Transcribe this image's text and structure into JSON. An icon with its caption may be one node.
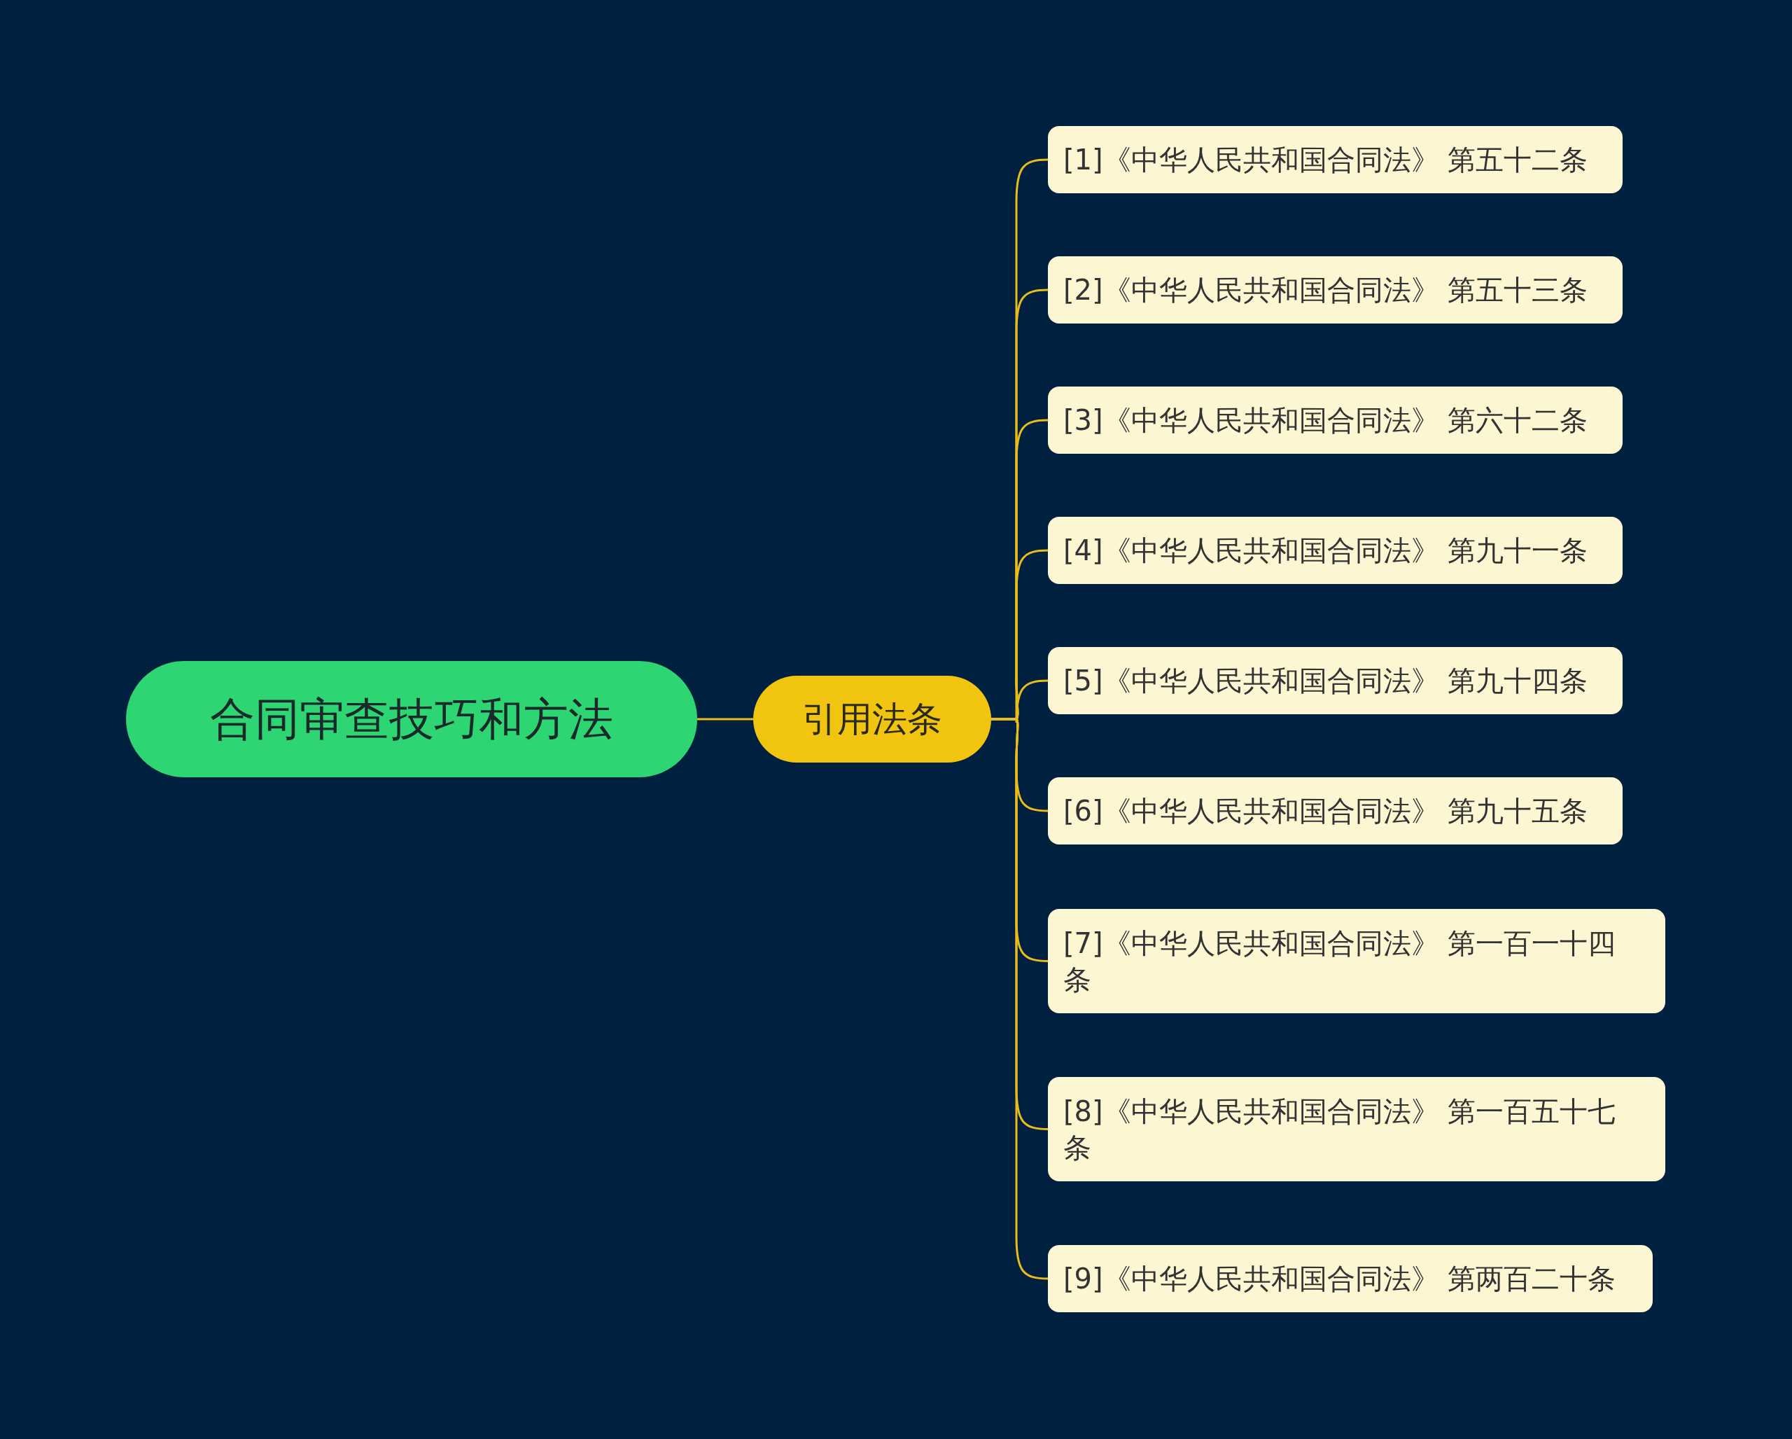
{
  "diagram": {
    "nodes": [
      {
        "text": [
          "合同审查技巧和方法"
        ]
      },
      {
        "text": [
          "引用法条"
        ]
      },
      {
        "text": [
          "[1]《中华人民共和国合同法》 第五十二条"
        ]
      },
      {
        "text": [
          "[2]《中华人民共和国合同法》 第五十三条"
        ]
      },
      {
        "text": [
          "[3]《中华人民共和国合同法》 第六十二条"
        ]
      },
      {
        "text": [
          "[4]《中华人民共和国合同法》 第九十一条"
        ]
      },
      {
        "text": [
          "[5]《中华人民共和国合同法》 第九十四条"
        ]
      },
      {
        "text": [
          "[6]《中华人民共和国合同法》 第九十五条"
        ]
      },
      {
        "text": [
          "[7]《中华人民共和国合同法》 第一百一十四条"
        ]
      },
      {
        "text": [
          "[8]《中华人民共和国合同法》 第一百五十七条"
        ]
      },
      {
        "text": [
          "[9]《中华人民共和国合同法》 第两百二十条"
        ]
      }
    ],
    "edges": [
      {
        "from": 0,
        "to": 1,
        "arrow": "none"
      },
      {
        "from": 1,
        "to": 2,
        "arrow": "none"
      },
      {
        "from": 1,
        "to": 3,
        "arrow": "none"
      },
      {
        "from": 1,
        "to": 4,
        "arrow": "none"
      },
      {
        "from": 1,
        "to": 5,
        "arrow": "none"
      },
      {
        "from": 1,
        "to": 6,
        "arrow": "none"
      },
      {
        "from": 1,
        "to": 7,
        "arrow": "none"
      },
      {
        "from": 1,
        "to": 8,
        "arrow": "none"
      },
      {
        "from": 1,
        "to": 9,
        "arrow": "none"
      },
      {
        "from": 1,
        "to": 10,
        "arrow": "none"
      }
    ]
  }
}
